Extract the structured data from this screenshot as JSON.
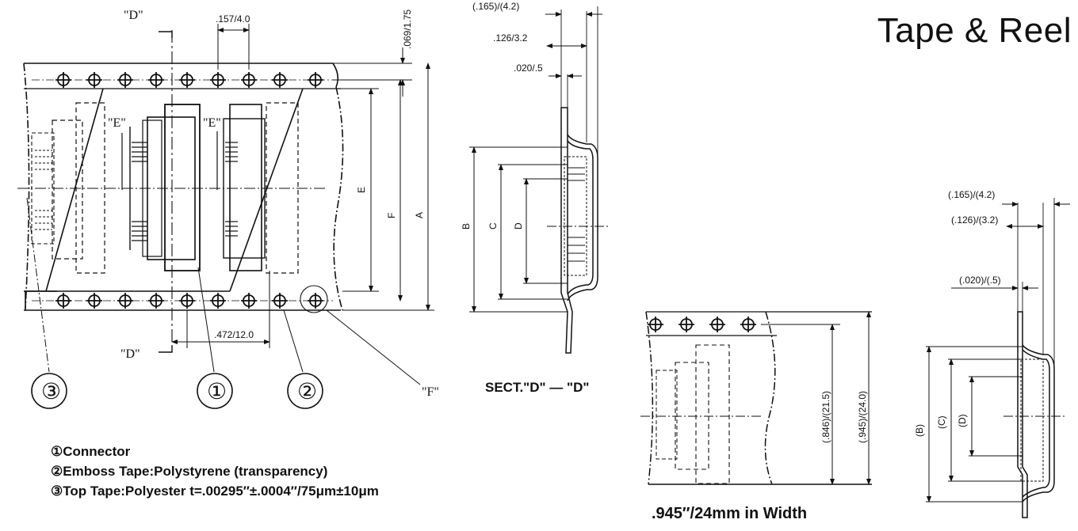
{
  "title": "Tape & Reel",
  "legend": [
    "①Connector",
    "②Emboss Tape:Polystyrene (transparency)",
    "③Top Tape:Polyester t=.00295″±.0004″/75μm±10μm"
  ],
  "captions": {
    "section": "SECT.\"D\" — \"D\"",
    "width": ".945″/24mm in Width"
  },
  "dims": {
    "pitch_top": ".157/4.0",
    "edge": ".069/1.75",
    "pocket_pitch": ".472/12.0",
    "sect_165": "(.165)/(4.2)",
    "sect_126": ".126/3.2",
    "sect_020": ".020/.5",
    "r_165": "(.165)/(4.2)",
    "r_126": "(.126)/(3.2)",
    "r_020": "(.020)/(.5)",
    "h_846": "(.846)/(21.5)",
    "h_945": "(.945)/(24.0)"
  },
  "letters": {
    "D": "\"D\"",
    "E": "\"E\"",
    "F": "\"F\"",
    "lA": "A",
    "lB": "B",
    "lC": "C",
    "lD": "D",
    "lE": "E",
    "lF": "F",
    "pB": "(B)",
    "pC": "(C)",
    "pD": "(D)"
  },
  "callouts": [
    "③",
    "①",
    "②"
  ]
}
